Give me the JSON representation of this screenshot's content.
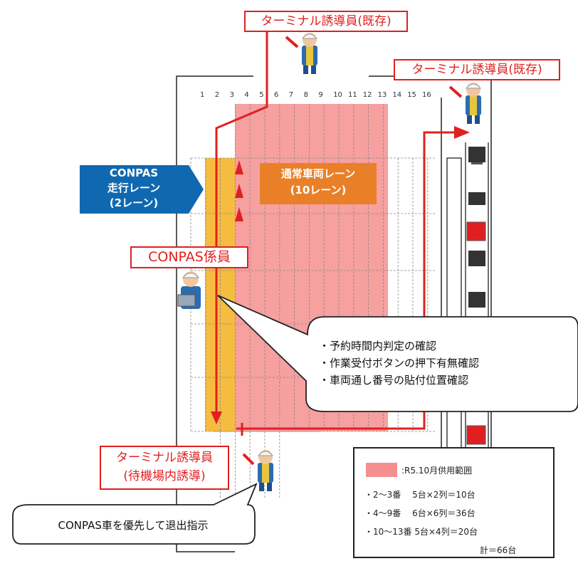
{
  "labels": {
    "terminal_guide_top": "ターミナル誘導員(既存)",
    "terminal_guide_right": "ターミナル誘導員(既存)",
    "conpas_staff": "CONPAS係員",
    "terminal_guide_wait_line1": "ターミナル誘導員",
    "terminal_guide_wait_line2": "(待機場内誘導)"
  },
  "conpas_lane": {
    "line1": "CONPAS",
    "line2": "走行レーン",
    "line3": "(2レーン)"
  },
  "normal_lane": {
    "line1": "通常車両レーン",
    "line2": "(10レーン)"
  },
  "lane_numbers": [
    "1",
    "2",
    "3",
    "4",
    "5",
    "6",
    "7",
    "8",
    "9",
    "10",
    "11",
    "12",
    "13",
    "14",
    "15",
    "16"
  ],
  "callout_checks": [
    "・予約時間内判定の確認",
    "・作業受付ボタンの押下有無確認",
    "・車両通し番号の貼付位置確認"
  ],
  "bottom_callout": "CONPAS車を優先して退出指示",
  "legend": {
    "swatch_desc": ":R5.10月供用範囲",
    "rows": [
      "・2～3番　 5台×2列＝10台",
      "・4～9番　 6台×6列＝36台",
      "・10～13番 5台×4列＝20台"
    ],
    "total": "計＝66台"
  },
  "colors": {
    "red": "#e02020",
    "blue": "#1068b0",
    "orange": "#e98028",
    "pink_area": "#f58f8f",
    "conpas_lane": "#f5b52a"
  }
}
